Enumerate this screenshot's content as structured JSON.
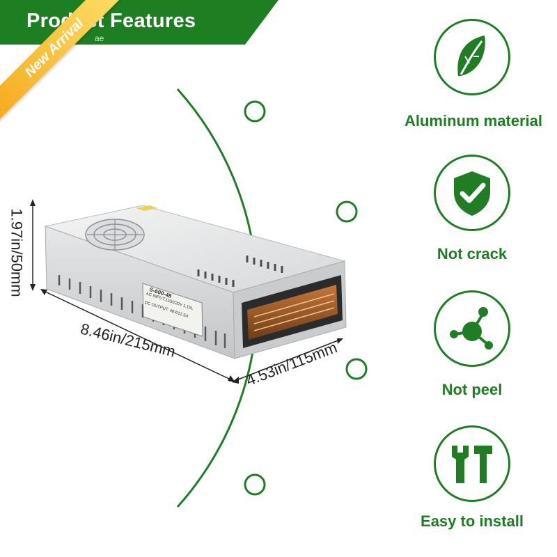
{
  "header": {
    "title": "Product Features",
    "subtitle": "ae"
  },
  "ribbon": {
    "label": "New Arrival",
    "colors": [
      "#f6a81c",
      "#fbe26a"
    ]
  },
  "dimensions": {
    "height": "1.97in/50mm",
    "length": "8.46in/215mm",
    "width": "4.53in/115mm"
  },
  "device": {
    "model_label": "S-600-48",
    "input_label": "AC INPUT:110/220V 1.15L",
    "output_label": "DC OUTPUT: 48V/12.5A"
  },
  "features": [
    {
      "label": "Aluminum material",
      "icon": "leaf-icon"
    },
    {
      "label": "Not crack",
      "icon": "shield-check-icon"
    },
    {
      "label": "Not peel",
      "icon": "molecule-icon"
    },
    {
      "label": "Easy to install",
      "icon": "tools-icon"
    }
  ],
  "colors": {
    "brand_green": "#1f7d23",
    "banner_green": "#1e7e22"
  }
}
